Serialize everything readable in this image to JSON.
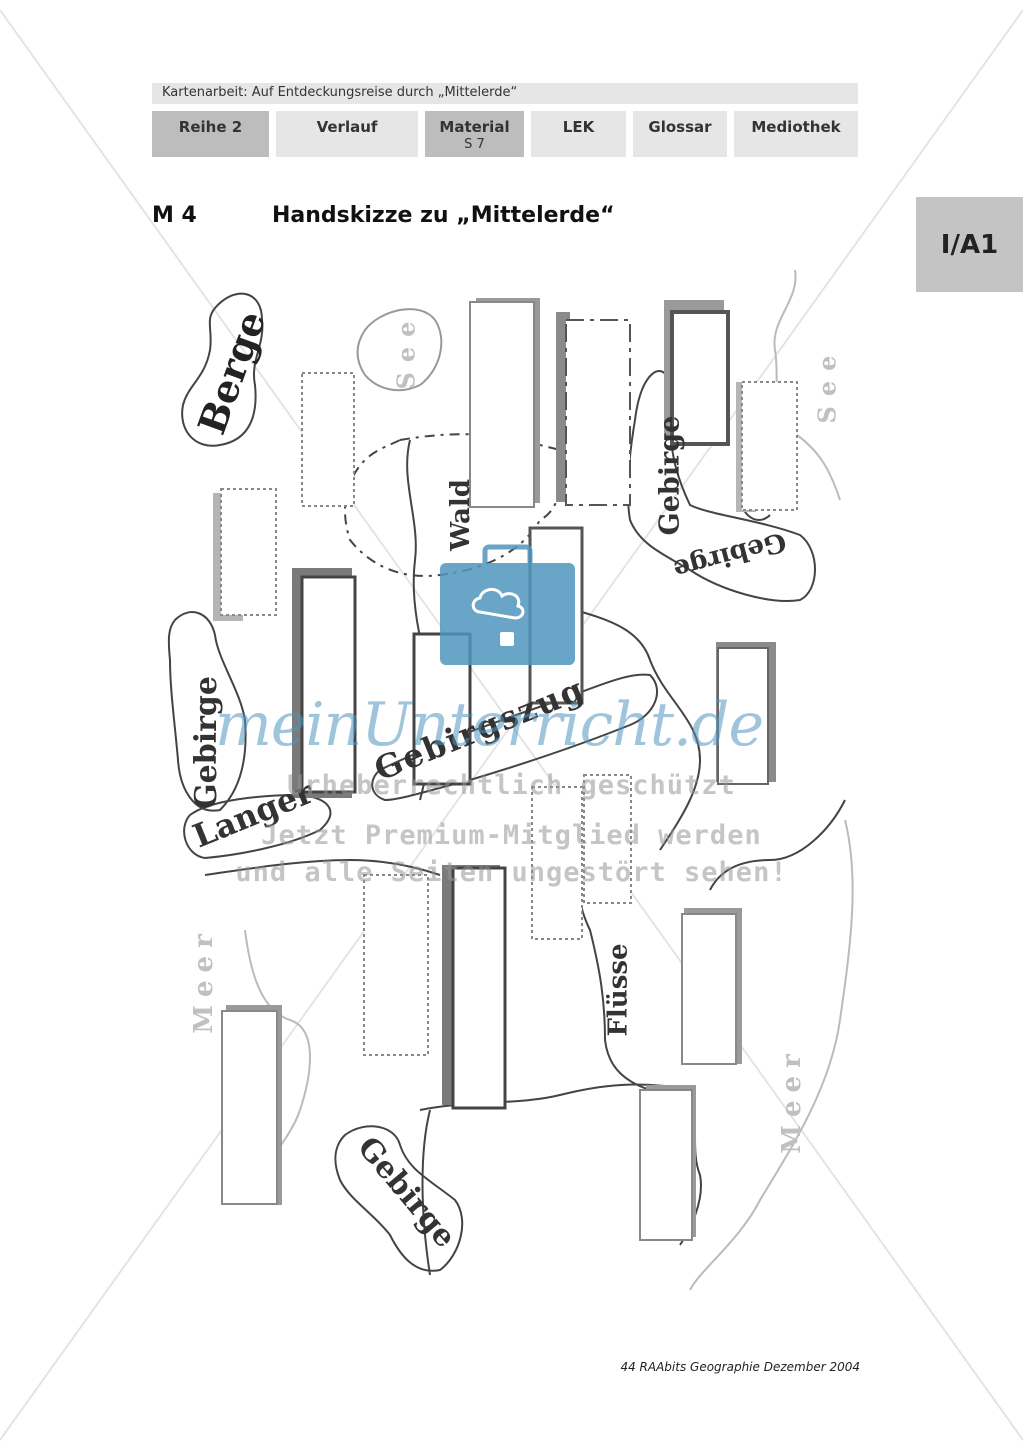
{
  "header": {
    "breadcrumb": "Kartenarbeit: Auf Entdeckungsreise durch „Mittelerde“"
  },
  "nav": {
    "reihe": "Reihe 2",
    "verlauf": "Verlauf",
    "material": "Material",
    "material_page": "S 7",
    "lek": "LEK",
    "glossar": "Glossar",
    "mediothek": "Mediothek"
  },
  "side_tab": "I/A1",
  "section": {
    "number": "M 4",
    "title": "Handskizze zu „Mittelerde“"
  },
  "map_labels": {
    "berge": "Berge",
    "see_top": "See",
    "see_right": "See",
    "wald": "Wald",
    "gebirge_right_vertical": "Gebirge",
    "gebirge_right_lower": "Gebirge",
    "gebirge_left": "Gebirge",
    "langer": "Langer",
    "gebirgszug": "Gebirgszug",
    "fluesse": "Flüsse",
    "meer_left": "Meer",
    "meer_right": "Meer",
    "gebirge_bottom": "Gebirge"
  },
  "watermark": {
    "logo": "meinUnterricht.de",
    "line1": "Urheberrechtlich geschützt",
    "line2": "Jetzt Premium-Mitglied werden",
    "line3": "und alle Seiten ungestört sehen!"
  },
  "footer": "44 RAAbits Geographie Dezember 2004",
  "colors": {
    "nav_bg": "#e6e6e6",
    "nav_active_bg": "#bdbdbd",
    "watermark_blue": "#4f96be"
  }
}
